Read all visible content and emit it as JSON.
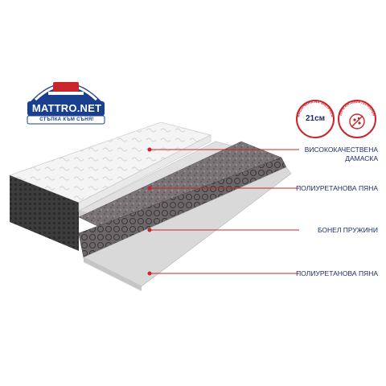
{
  "brand": {
    "name": "MATTRO.NET",
    "tagline": "СТЪПКА КЪМ СЪНЯ!"
  },
  "badges": {
    "height": {
      "caption": "ВИСОЧИНА НА МАТРАКА",
      "value": "21см"
    },
    "antibacterial": {
      "caption": "100% АНТИБАКТЕРИАЛЕН"
    }
  },
  "layers": [
    {
      "label": "ВИСОКОКАЧЕСТВЕНА ДАМАСКА"
    },
    {
      "label": "ПОЛИУРЕТАНОВА ПЯНА"
    },
    {
      "label": "БОНЕЛ ПРУЖИНИ"
    },
    {
      "label": "ПОЛИУРЕТАНОВА ПЯНА"
    }
  ],
  "colors": {
    "accent": "#c8262a",
    "text": "#1d2c6b",
    "logo_blue": "#1b3f8f"
  }
}
